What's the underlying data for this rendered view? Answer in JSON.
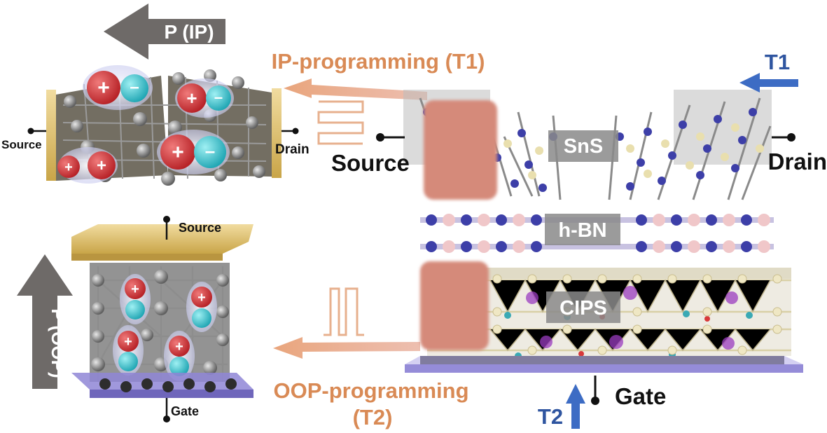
{
  "arrows": {
    "ip_polarization": "P (IP)",
    "oop_polarization": "P (OOP)",
    "t1": "T1",
    "t2": "T2"
  },
  "programming": {
    "ip": "IP-programming (T1)",
    "oop_line1": "OOP-programming",
    "oop_line2": "(T2)"
  },
  "ip_inset": {
    "source": "Source",
    "drain": "Drain"
  },
  "oop_inset": {
    "source": "Source",
    "gate": "Gate"
  },
  "device": {
    "source": "Source",
    "drain": "Drain",
    "gate": "Gate",
    "layer_top": "SnS",
    "layer_mid": "h-BN",
    "layer_bottom": "CIPS"
  },
  "colors": {
    "orange": "#D98A55",
    "blue": "#3D6CC4",
    "gray_arrow": "#6E6A68",
    "gold": "#D7B45A",
    "purple": "#8F86D6",
    "pink_block": "#D58A7A",
    "ion_red": "#D63A3A",
    "ion_cyan": "#3BC4CF"
  }
}
